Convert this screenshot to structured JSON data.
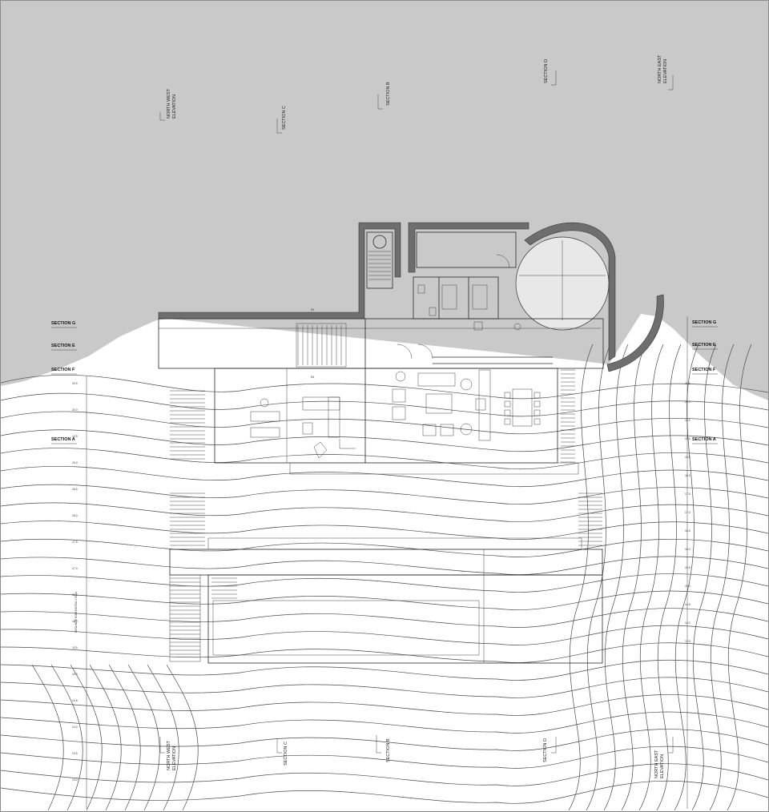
{
  "elevation_markers": {
    "north_west": [
      "NORTH WEST",
      "ELEVATION"
    ],
    "section_c": "SECTION C",
    "section_b": "SECTION B",
    "section_d": "SECTION D",
    "north_east": [
      "NORTH EAST",
      "ELEVATION"
    ]
  },
  "section_labels": {
    "g": "SECTION G",
    "e": "SECTION E",
    "f": "SECTION F",
    "a": "SECTION A"
  },
  "room_markers": {
    "upper": "E5",
    "lower": "E6"
  },
  "contour_values_left": [
    "20.5",
    "20.0",
    "19.5",
    "19.0",
    "18.5",
    "18.0",
    "17.5",
    "17.0",
    "16.5",
    "16.0",
    "15.5",
    "15.0",
    "14.5",
    "14.0",
    "13.5",
    "13.0"
  ],
  "contour_values_right": [
    "20.5",
    "20.0",
    "19.5",
    "19.0",
    "18.5",
    "18.0",
    "17.5",
    "17.0",
    "16.5",
    "16.0",
    "15.5",
    "15.0",
    "14.5",
    "14.0",
    "13.5"
  ],
  "vertical_axis_note": "DESLINDE HORIZONTAL 0.50 m",
  "colors": {
    "sky": "#c9c9c9",
    "frame": "#8a8a8a",
    "wall": "#6e6e6e",
    "line": "#2a2a2a"
  }
}
